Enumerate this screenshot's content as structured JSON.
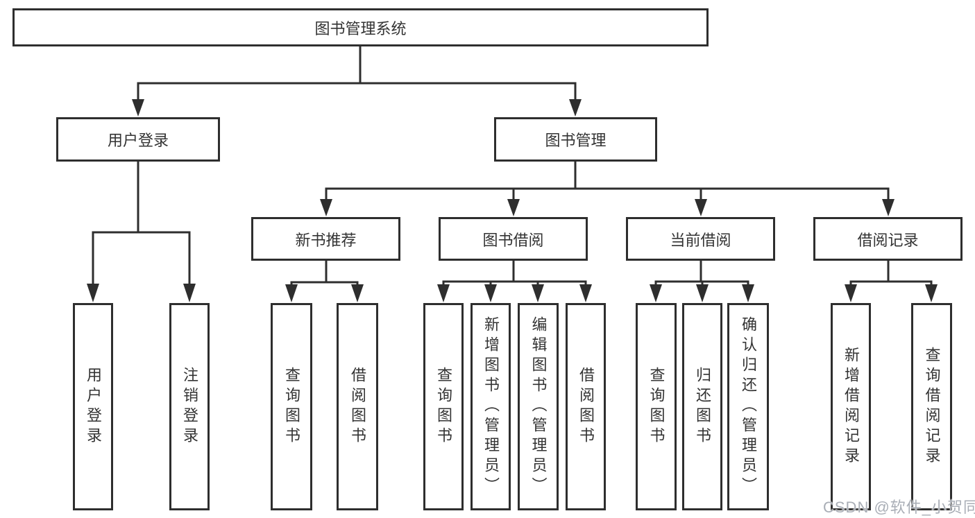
{
  "diagram": {
    "root": {
      "label": "图书管理系统"
    },
    "branches": [
      {
        "label": "用户登录",
        "children": [
          {
            "label": "用户登录"
          },
          {
            "label": "注销登录"
          }
        ]
      },
      {
        "label": "图书管理",
        "children": [
          {
            "label": "新书推荐",
            "children": [
              {
                "label": "查询图书"
              },
              {
                "label": "借阅图书"
              }
            ]
          },
          {
            "label": "图书借阅",
            "children": [
              {
                "label": "查询图书"
              },
              {
                "label": "新增图书（管理员）"
              },
              {
                "label": "编辑图书（管理员）"
              },
              {
                "label": "借阅图书"
              }
            ]
          },
          {
            "label": "当前借阅",
            "children": [
              {
                "label": "查询图书"
              },
              {
                "label": "归还图书"
              },
              {
                "label": "确认归还（管理员）"
              }
            ]
          },
          {
            "label": "借阅记录",
            "children": [
              {
                "label": "新增借阅记录"
              },
              {
                "label": "查询借阅记录"
              }
            ]
          }
        ]
      }
    ]
  },
  "watermark": {
    "text": "CSDN @软件_小贺同学"
  },
  "colors": {
    "line": "#2e2e2e",
    "text": "#333333",
    "watermark": "#a9aeb6",
    "background": "#ffffff"
  }
}
